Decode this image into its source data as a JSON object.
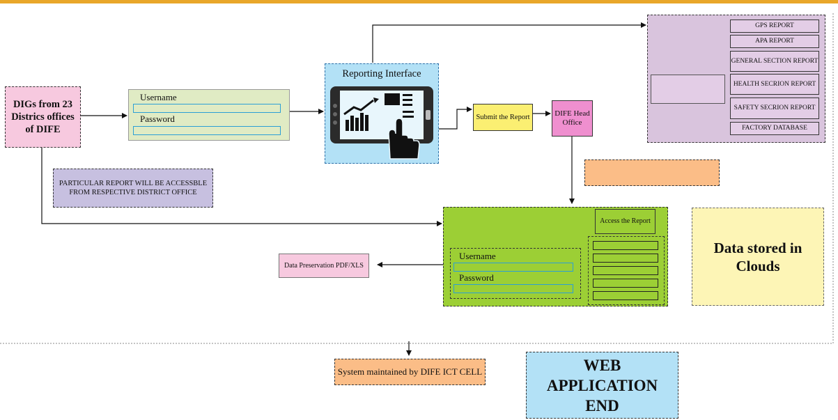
{
  "digs_box": {
    "text": "DIGs from 23 Districs offices of DIFE"
  },
  "login_form": {
    "username_label": "Username",
    "password_label": "Password"
  },
  "reporting_interface": {
    "title": "Reporting Interface"
  },
  "submit_report": {
    "text": "Submit the Report"
  },
  "dife_head_office": {
    "text": "DIFE Head Office"
  },
  "reports_panel": {
    "items": [
      {
        "label": "GPS REPORT"
      },
      {
        "label": "APA REPORT"
      },
      {
        "label": "GENERAL SECTION REPORT"
      },
      {
        "label": "HEALTH SECRION REPORT"
      },
      {
        "label": "SAFETY SECRION REPORT"
      },
      {
        "label": "FACTORY DATABASE"
      }
    ]
  },
  "particular_report_note": {
    "text": "PARTICULAR REPORT WILL BE ACCESSBLE FROM RESPECTIVE DISTRICT OFFICE"
  },
  "access_panel": {
    "access_label": "Access the Report",
    "username_label": "Username",
    "password_label": "Password"
  },
  "data_preservation": {
    "text": "Data Preservation PDF/XLS"
  },
  "cloud_storage": {
    "text": "Data stored in Clouds"
  },
  "system_maintained": {
    "text": "System maintained by DIFE ICT CELL"
  },
  "web_app_end": {
    "text": "WEB APPLICATION END"
  },
  "colors": {
    "accent_bar": "#e9a72a",
    "digs_fill": "#f7c9df",
    "login_fill": "#e0ebc4",
    "interface_fill": "#b3e1f6",
    "submit_fill": "#fbef72",
    "head_office_fill": "#ef8fcf",
    "reports_fill": "#d9c4dd",
    "note_fill": "#c7c0e0",
    "access_fill": "#9ccf35",
    "orange_fill": "#fbbd87",
    "cloud_fill": "#fdf5b6",
    "web_end_fill": "#b3e1f6"
  }
}
